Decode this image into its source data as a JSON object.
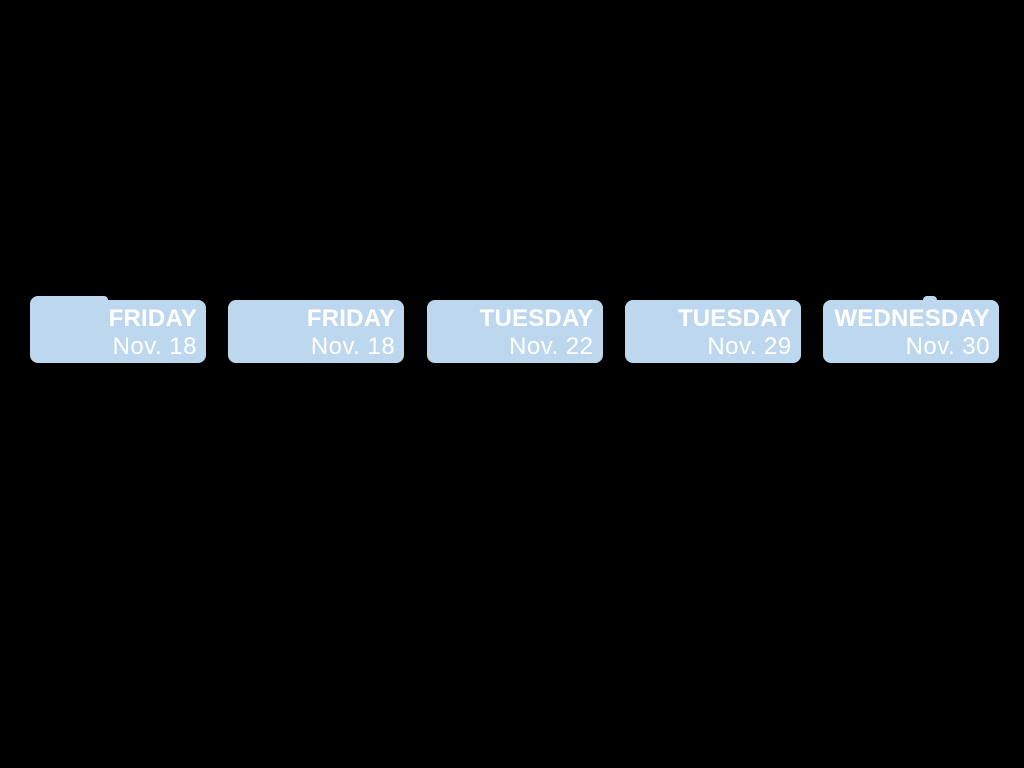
{
  "colors": {
    "background": "#000000",
    "badge": "#BDD7EE",
    "text": "#FFFFFF"
  },
  "schedule": {
    "cards": [
      {
        "day": "FRIDAY",
        "date": "Nov. 18"
      },
      {
        "day": "FRIDAY",
        "date": "Nov. 18"
      },
      {
        "day": "TUESDAY",
        "date": "Nov. 22"
      },
      {
        "day": "TUESDAY",
        "date": "Nov. 29"
      },
      {
        "day": "WEDNESDAY",
        "date": "Nov. 30"
      }
    ]
  }
}
